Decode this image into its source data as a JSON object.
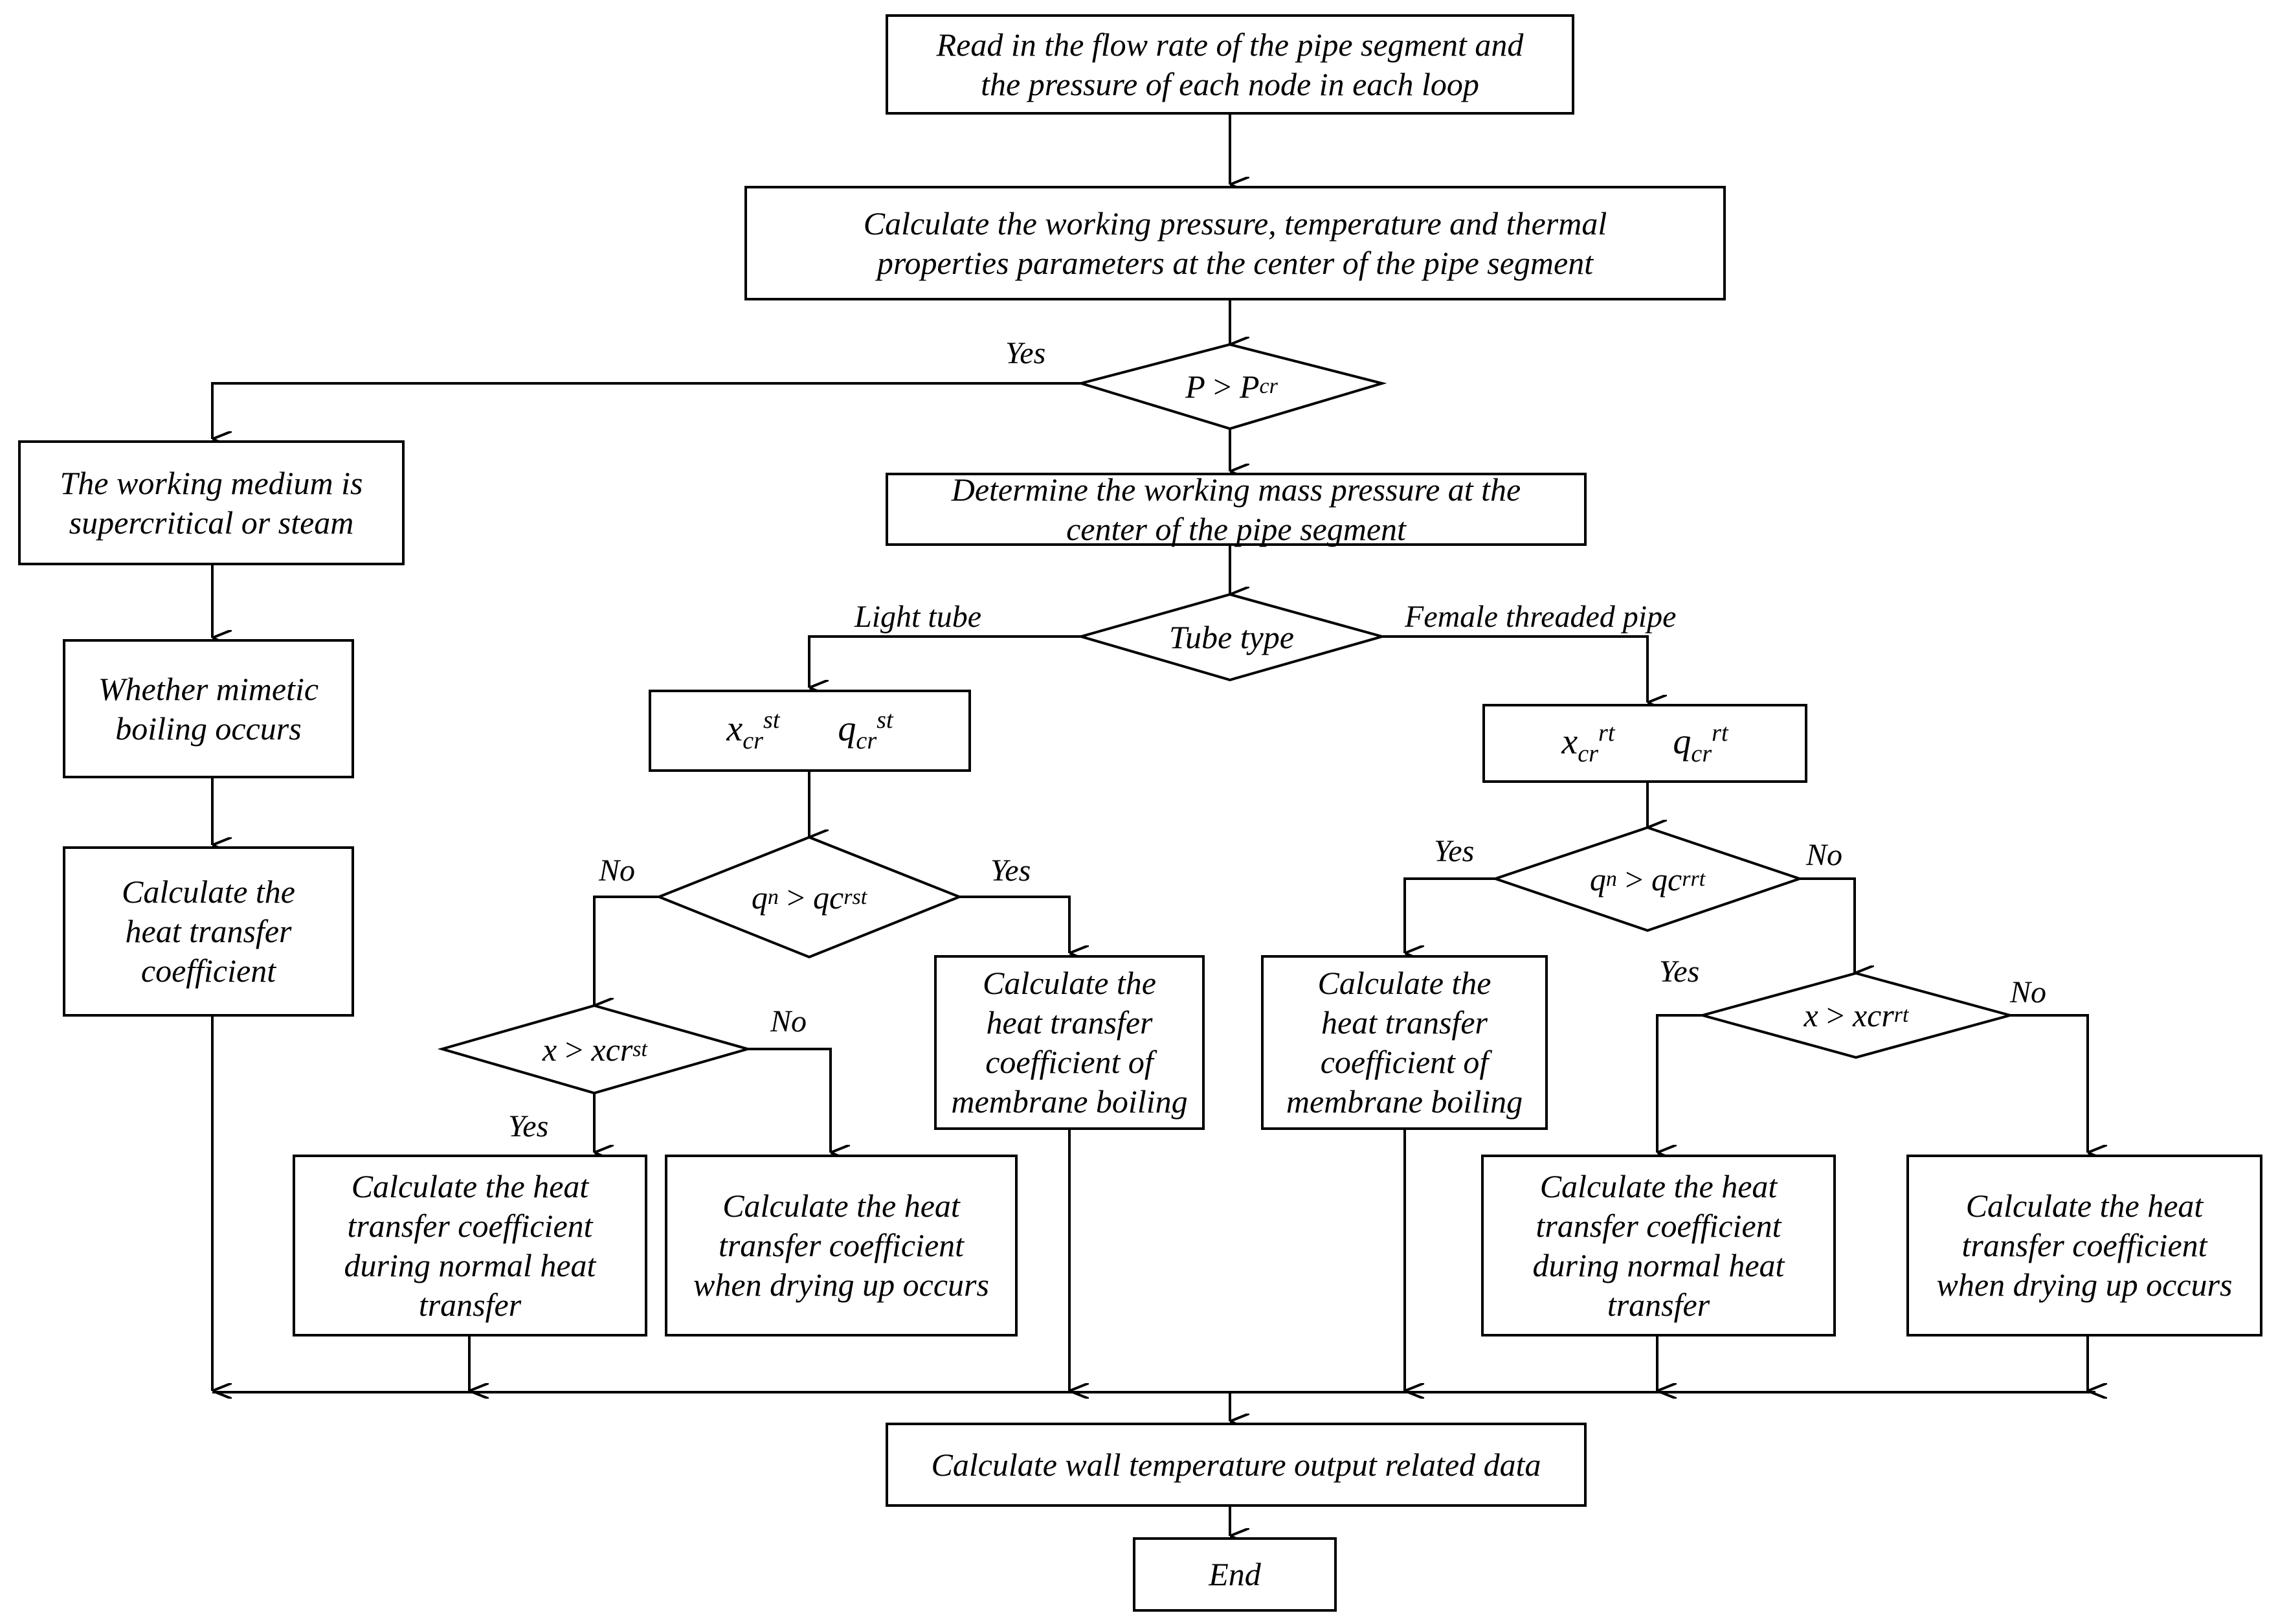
{
  "boxes": {
    "read_input": [
      "Read in the flow rate of the pipe segment and",
      "the pressure of each node in each loop"
    ],
    "calc_center_params": [
      "Calculate the working pressure, temperature and thermal",
      "properties  parameters at the center of the pipe segment"
    ],
    "supercritical": [
      "The working medium is",
      "supercritical or steam"
    ],
    "mass_pressure": [
      "Determine the working mass pressure at the",
      "center of the pipe segment"
    ],
    "mimetic": [
      "Whether mimetic",
      "boiling occurs"
    ],
    "htc_left": [
      "Calculate the",
      "heat transfer",
      "coefficient"
    ],
    "membrane_st": [
      "Calculate the",
      "heat transfer",
      "coefficient of",
      "membrane boiling"
    ],
    "membrane_rt": [
      "Calculate the",
      "heat transfer",
      "coefficient of",
      "membrane boiling"
    ],
    "normal_st": [
      "Calculate the heat",
      "transfer coefficient",
      "during normal heat",
      "transfer"
    ],
    "dry_st": [
      "Calculate the heat",
      "transfer coefficient",
      "when drying up occurs"
    ],
    "normal_rt": [
      "Calculate the heat",
      "transfer coefficient",
      "during normal heat",
      "transfer"
    ],
    "dry_rt": [
      "Calculate the heat",
      "transfer coefficient",
      "when drying up occurs"
    ],
    "wall_temp": [
      "Calculate wall  temperature output related data"
    ],
    "end": [
      "End"
    ]
  },
  "formulas": {
    "crit_st": {
      "x_base": "x",
      "x_sub": "cr",
      "x_sup": "st",
      "q_base": "q",
      "q_sub": "cr",
      "q_sup": "st"
    },
    "crit_rt": {
      "x_base": "x",
      "x_sub": "cr",
      "x_sup": "rt",
      "q_base": "q",
      "q_sub": "cr",
      "q_sup": "rt"
    }
  },
  "decisions": {
    "pressure": {
      "lhs": "P",
      "op": ">",
      "rhs_base": "P",
      "rhs_sub": "cr"
    },
    "tube_type": "Tube type",
    "qn_st": {
      "lhs_base": "q",
      "lhs_sub": "n",
      "op": ">",
      "rhs_base": "qc",
      "rhs_sub": "r",
      "rhs_sup": "st"
    },
    "qn_rt": {
      "lhs_base": "q",
      "lhs_sub": "n",
      "op": ">",
      "rhs_base": "qc",
      "rhs_sub": "r",
      "rhs_sup": "rt"
    },
    "x_st": {
      "lhs": "x",
      "op": ">",
      "rhs_base": "xcr",
      "rhs_sup": "st"
    },
    "x_rt": {
      "lhs": "x",
      "op": ">",
      "rhs_base": "xcr",
      "rhs_sup": "rt"
    }
  },
  "labels": {
    "yes_pressure": "Yes",
    "light_tube": "Light tube",
    "female_threaded": "Female  threaded pipe",
    "no_qn_st": "No",
    "yes_qn_st": "Yes",
    "no_x_st": "No",
    "yes_x_st": "Yes",
    "yes_qn_rt": "Yes",
    "no_qn_rt": "No",
    "yes_x_rt": "Yes",
    "no_x_rt": "No"
  }
}
